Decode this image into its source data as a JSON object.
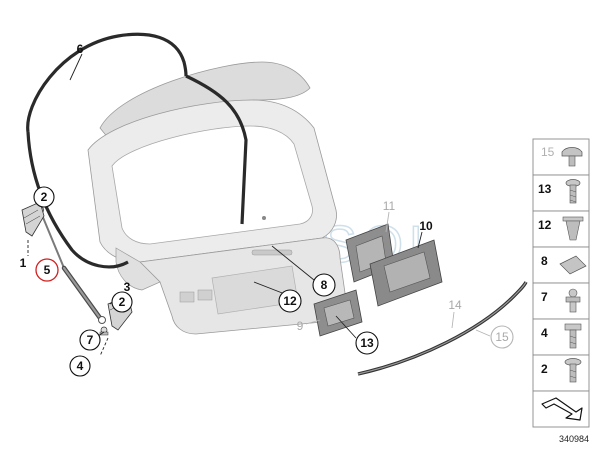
{
  "watermark": "SOL",
  "reference_number": "340984",
  "colors": {
    "panel": "#e9e9e9",
    "panel_shadow": "#cfcfcf",
    "seal": "#2a2a2a",
    "callout_ring": "#111111",
    "highlight_ring": "#d21f1f",
    "grey_label": "#a9a9a9"
  },
  "callouts": {
    "c1": "1",
    "c2": "2",
    "c3": "3",
    "c4": "4",
    "c5": "5",
    "c6": "6",
    "c7": "7",
    "c8": "8",
    "c9": "9",
    "c10": "10",
    "c11": "11",
    "c12": "12",
    "c13": "13",
    "c14": "14",
    "c15": "15"
  },
  "side_parts": [
    {
      "number": "15",
      "icon": "push-clip-icon",
      "shown_grey": true
    },
    {
      "number": "13",
      "icon": "screw-icon",
      "shown_grey": false
    },
    {
      "number": "12",
      "icon": "expanding-nut-icon",
      "shown_grey": false
    },
    {
      "number": "8",
      "icon": "adhesive-pad-icon",
      "shown_grey": false
    },
    {
      "number": "7",
      "icon": "ball-stud-icon",
      "shown_grey": false
    },
    {
      "number": "4",
      "icon": "hex-bolt-icon",
      "shown_grey": false
    },
    {
      "number": "2",
      "icon": "torx-bolt-icon",
      "shown_grey": false
    }
  ]
}
